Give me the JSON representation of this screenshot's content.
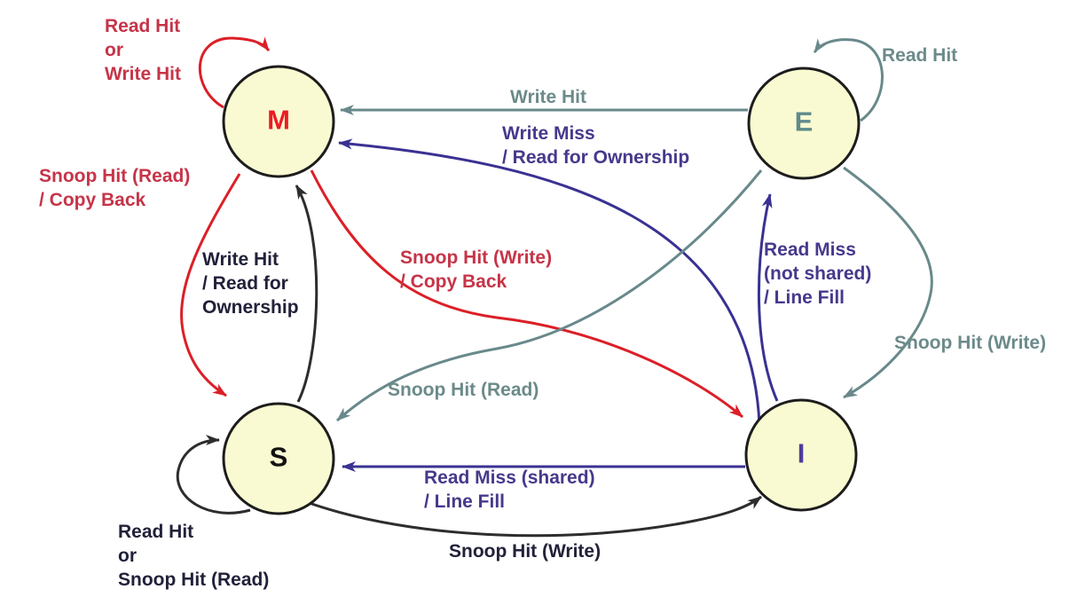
{
  "colors": {
    "state_fill": "#FAFAD2",
    "state_border": "#1D1D1D",
    "red_text": "#C63448",
    "red_arrow": "#DC1F27",
    "teal_text": "#6C8A8A",
    "teal_arrow": "#69898B",
    "purple_text": "#46398C",
    "purple_arrow": "#3A3192",
    "black_text": "#21213A",
    "black_arrow": "#2D2D2D",
    "m_letter": "#EC1C24",
    "e_letter": "#5E8B8B",
    "s_letter": "#131313",
    "i_letter": "#4E3D9E"
  },
  "states": {
    "m": "M",
    "e": "E",
    "s": "S",
    "i": "I"
  },
  "labels": {
    "m_self": "Read Hit\nor\nWrite Hit",
    "e_self": "Read Hit",
    "e_to_m": "Write Hit",
    "i_to_m": "Write Miss\n/ Read for Ownership",
    "m_to_s": "Snoop Hit (Read)\n/ Copy Back",
    "s_to_m": "Write Hit\n/ Read for\nOwnership",
    "m_to_i": "Snoop Hit (Write)\n/ Copy Back",
    "i_to_e": "Read Miss\n(not shared)\n/ Line Fill",
    "e_to_i": "Snoop Hit (Write)",
    "e_to_s": "Snoop Hit (Read)",
    "i_to_s": "Read Miss (shared)\n/ Line Fill",
    "s_to_i": "Snoop Hit (Write)",
    "s_self": "Read Hit\nor\nSnoop Hit (Read)"
  }
}
